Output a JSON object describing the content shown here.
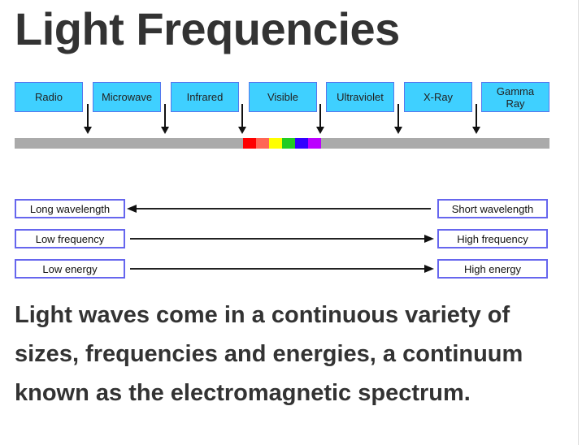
{
  "title": "Light Frequencies",
  "bands": [
    "Radio",
    "Microwave",
    "Infrared",
    "Visible",
    "Ultraviolet",
    "X-Ray",
    "Gamma Ray"
  ],
  "spectrum_colors": [
    "#ff0000",
    "#ff6655",
    "#ffff00",
    "#22cc22",
    "#3300ff",
    "#bb00ff"
  ],
  "comparisons": [
    {
      "left": "Long wavelength",
      "right": "Short wavelength",
      "direction": "left"
    },
    {
      "left": "Low frequency",
      "right": "High frequency",
      "direction": "right"
    },
    {
      "left": "Low energy",
      "right": "High energy",
      "direction": "right"
    }
  ],
  "description": "Light waves come in a continuous variety of sizes, frequencies and energies, a continuum known as the electromagnetic spectrum."
}
